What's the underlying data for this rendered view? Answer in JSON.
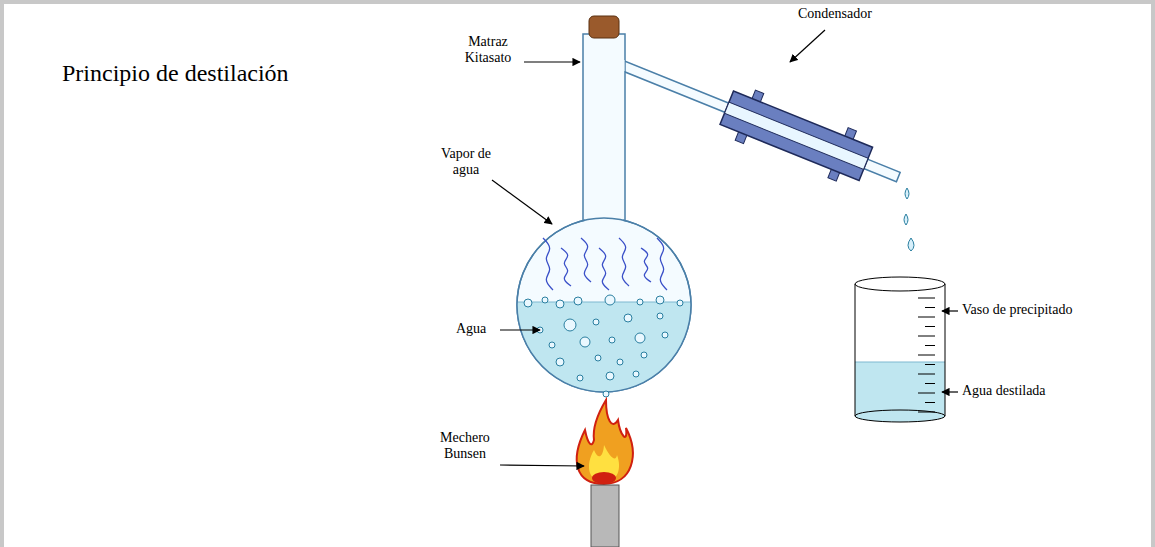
{
  "diagram": {
    "title": "Principio de destilación",
    "labels": [
      "Matraz Kitasato",
      "Condensador",
      "Vapor de agua",
      "Agua",
      "Mechero Bunsen",
      "Vaso de precipitado",
      "Agua destilada"
    ]
  }
}
